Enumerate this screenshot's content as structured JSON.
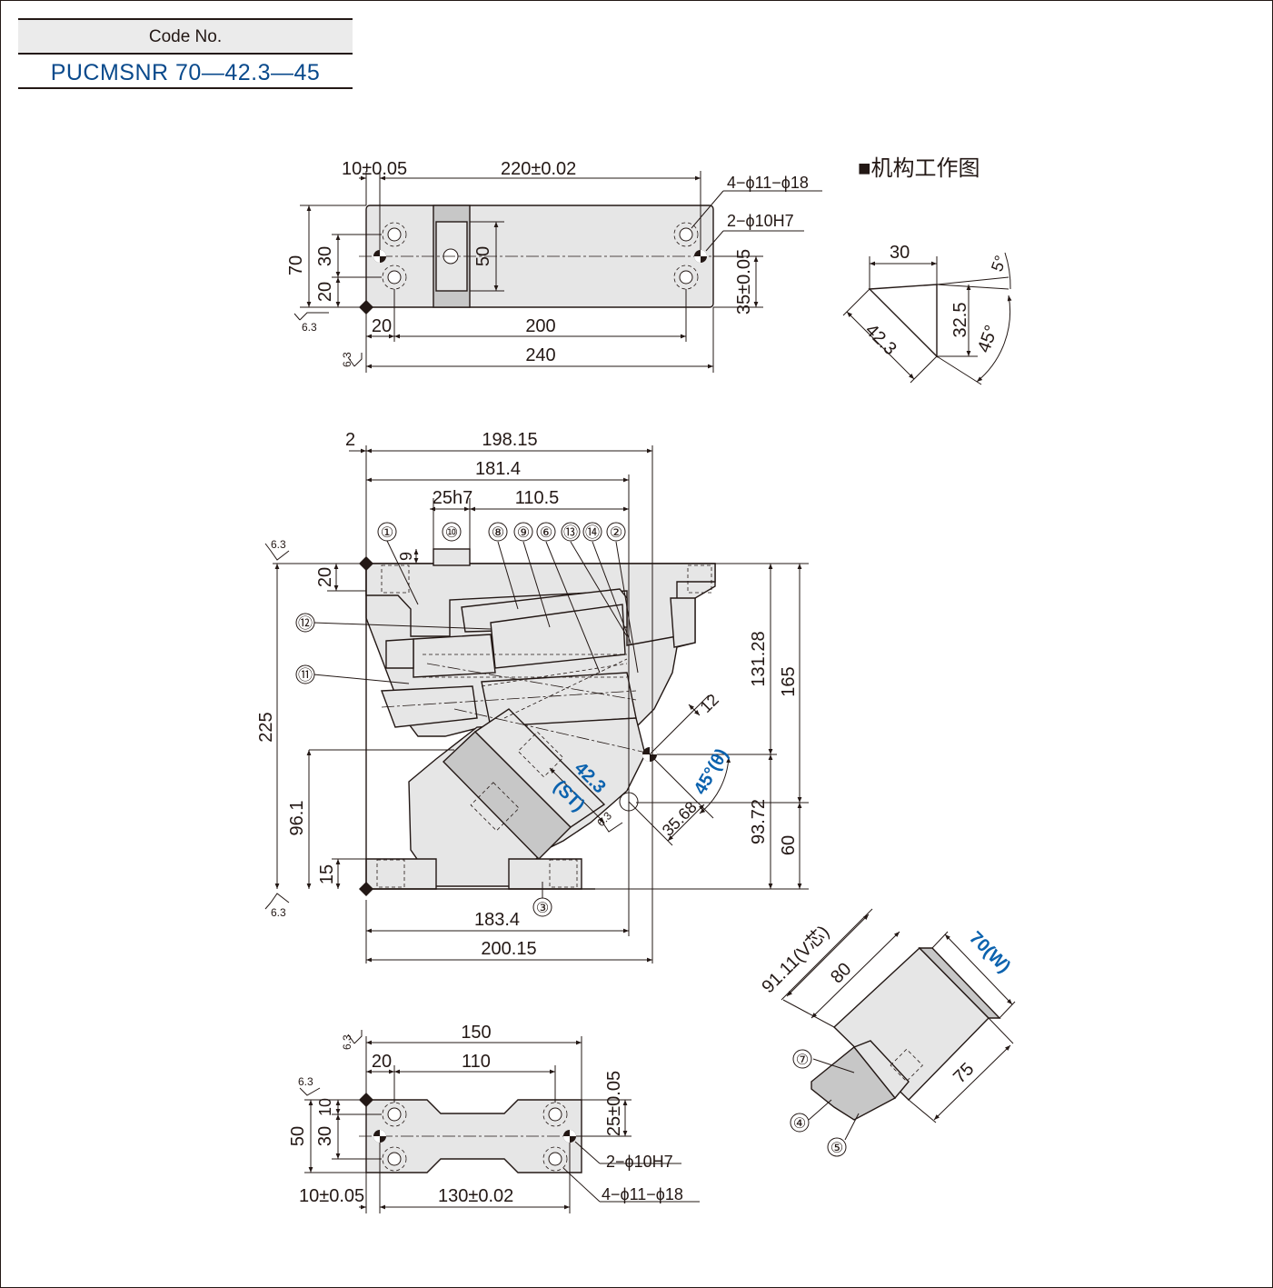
{
  "header": {
    "code_label": "Code No.",
    "code_value": "PUCMSNR 70—42.3—45"
  },
  "section_title": "■机构工作图",
  "top_view": {
    "dims": [
      "10±0.05",
      "220±0.02",
      "70",
      "30",
      "20",
      "50",
      "35±0.05",
      "20",
      "200",
      "240"
    ],
    "callouts": [
      "4−ϕ11−ϕ18",
      "2−ϕ10H7"
    ],
    "roughness": [
      "6.3",
      "6.3"
    ]
  },
  "mechanism": {
    "dims": [
      "30",
      "5°",
      "32.5",
      "45°",
      "42.3"
    ]
  },
  "front_view": {
    "dims": [
      "2",
      "198.15",
      "181.4",
      "25h7",
      "110.5",
      "9",
      "20",
      "131.28",
      "165",
      "225",
      "96.1",
      "15",
      "93.72",
      "60",
      "35.68",
      "12",
      "183.4",
      "200.15"
    ],
    "blue_labels": [
      "42.3",
      "(ST)",
      "45°(θ)"
    ],
    "roughness": [
      "6.3",
      "6.3",
      "6.3"
    ],
    "part_numbers": [
      "①",
      "②",
      "③",
      "⑥",
      "⑧",
      "⑨",
      "⑩",
      "⑪",
      "⑫",
      "⑬",
      "⑭"
    ]
  },
  "detail_view": {
    "dims": [
      "91.11(V芯)",
      "80",
      "75"
    ],
    "blue_label": "70(W)",
    "part_numbers": [
      "⑦",
      "④",
      "⑤"
    ]
  },
  "bottom_view": {
    "dims": [
      "150",
      "20",
      "110",
      "50",
      "30",
      "10",
      "25±0.05",
      "10±0.05",
      "130±0.02"
    ],
    "callouts": [
      "2−ϕ10H7",
      "4−ϕ11−ϕ18"
    ],
    "roughness": [
      "6.3",
      "6.3"
    ]
  }
}
